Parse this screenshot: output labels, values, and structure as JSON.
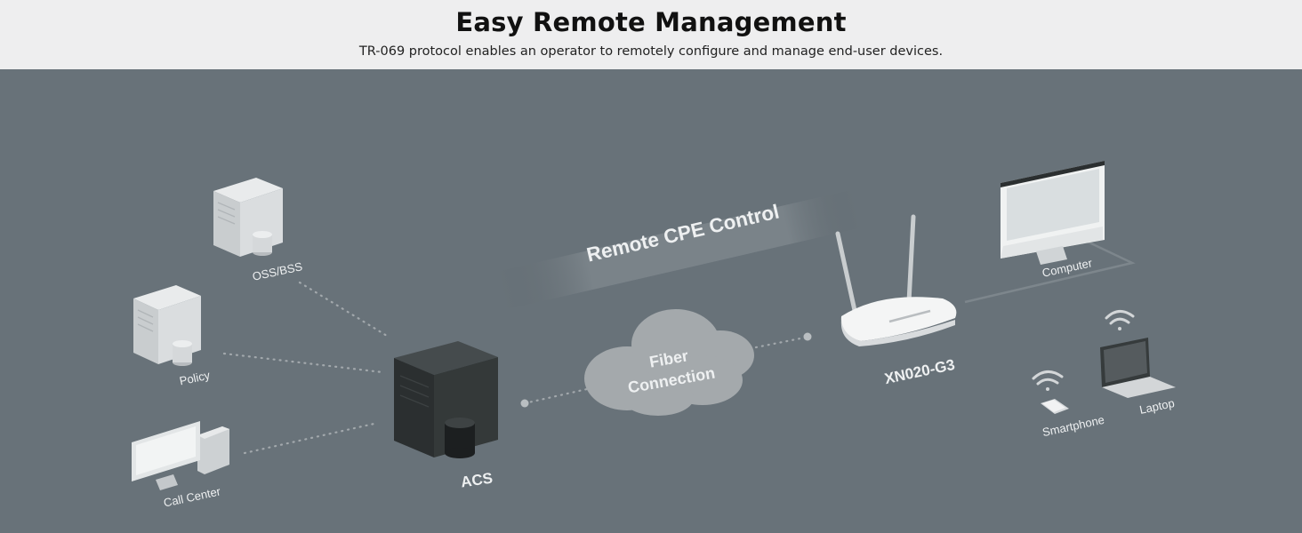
{
  "header": {
    "title": "Easy Remote Management",
    "subtitle": "TR-069 protocol enables an operator to remotely configure and manage end-user devices."
  },
  "diagram": {
    "banner": "Remote CPE Control",
    "cloud_line1": "Fiber",
    "cloud_line2": "Connection",
    "acs": "ACS",
    "router": "XN020-G3",
    "oss": "OSS/BSS",
    "policy": "Policy",
    "callcenter": "Call Center",
    "computer": "Computer",
    "smartphone": "Smartphone",
    "laptop": "Laptop"
  },
  "colors": {
    "background": "#687279",
    "header_bg": "#eeeeef",
    "acs_box": "#303536",
    "cloud": "#a4a9ac"
  }
}
